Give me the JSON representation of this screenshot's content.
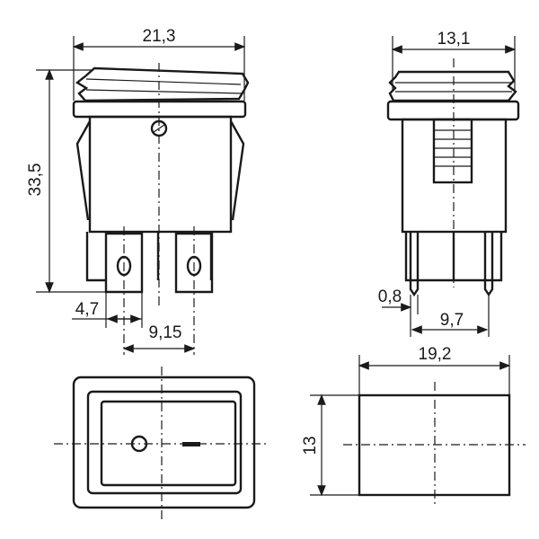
{
  "drawing": {
    "dimensions": {
      "front_width": "21,3",
      "front_height": "33,5",
      "terminal_offset": "4,7",
      "terminal_pitch": "9,15",
      "side_width": "13,1",
      "side_terminal_thickness": "0,8",
      "side_terminal_spacing": "9,7",
      "cutout_width": "19,2",
      "cutout_height": "13"
    }
  }
}
